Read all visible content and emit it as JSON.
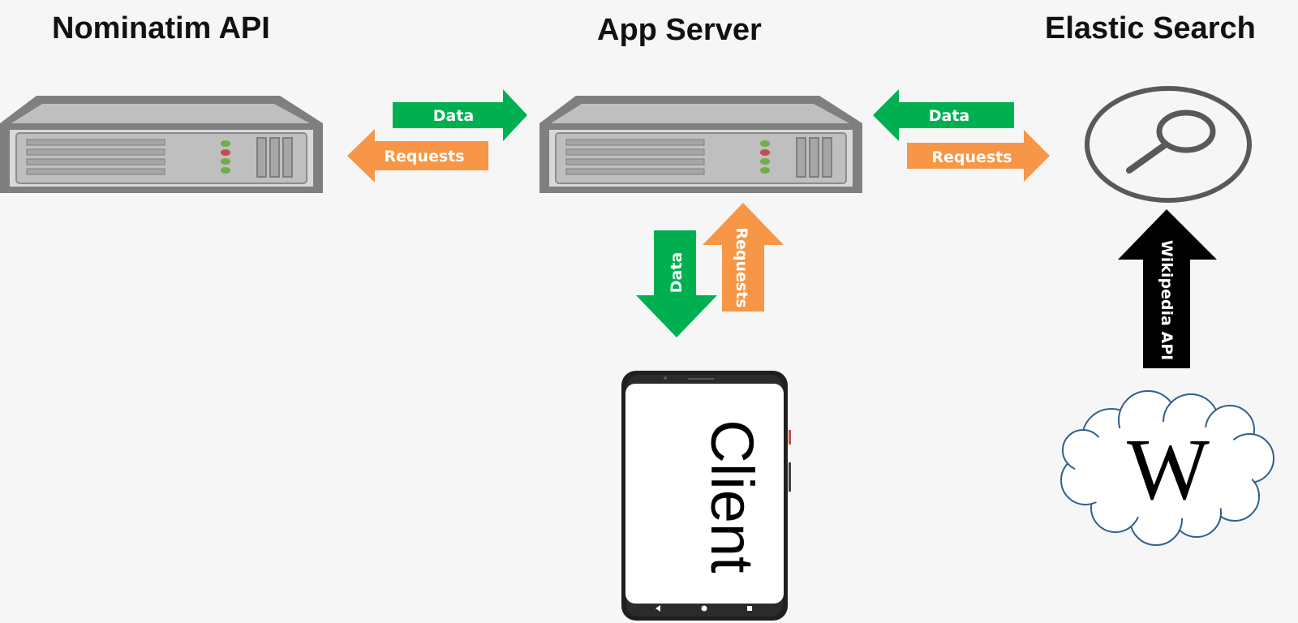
{
  "titles": {
    "nominatim": "Nominatim API",
    "app_server": "App Server",
    "elastic": "Elastic Search"
  },
  "arrows": {
    "nominatim_data": "Data",
    "nominatim_requests": "Requests",
    "elastic_data": "Data",
    "elastic_requests": "Requests",
    "client_data": "Data",
    "client_requests": "Requests",
    "wikipedia": "Wikipedia API"
  },
  "client": {
    "label": "Client"
  },
  "wikipedia_logo": "W",
  "colors": {
    "background": "#f6f6f6",
    "data_arrow": "#00b050",
    "request_arrow": "#f79646",
    "wikipedia_arrow": "#000000",
    "server_body": "#7f7f7f",
    "server_panel": "#bfbfbf",
    "cloud_outline": "#2e5f8f",
    "search_outline": "#595959"
  },
  "icons": [
    "server-icon",
    "search-icon",
    "phone-icon",
    "cloud-icon",
    "wikipedia-logo"
  ]
}
